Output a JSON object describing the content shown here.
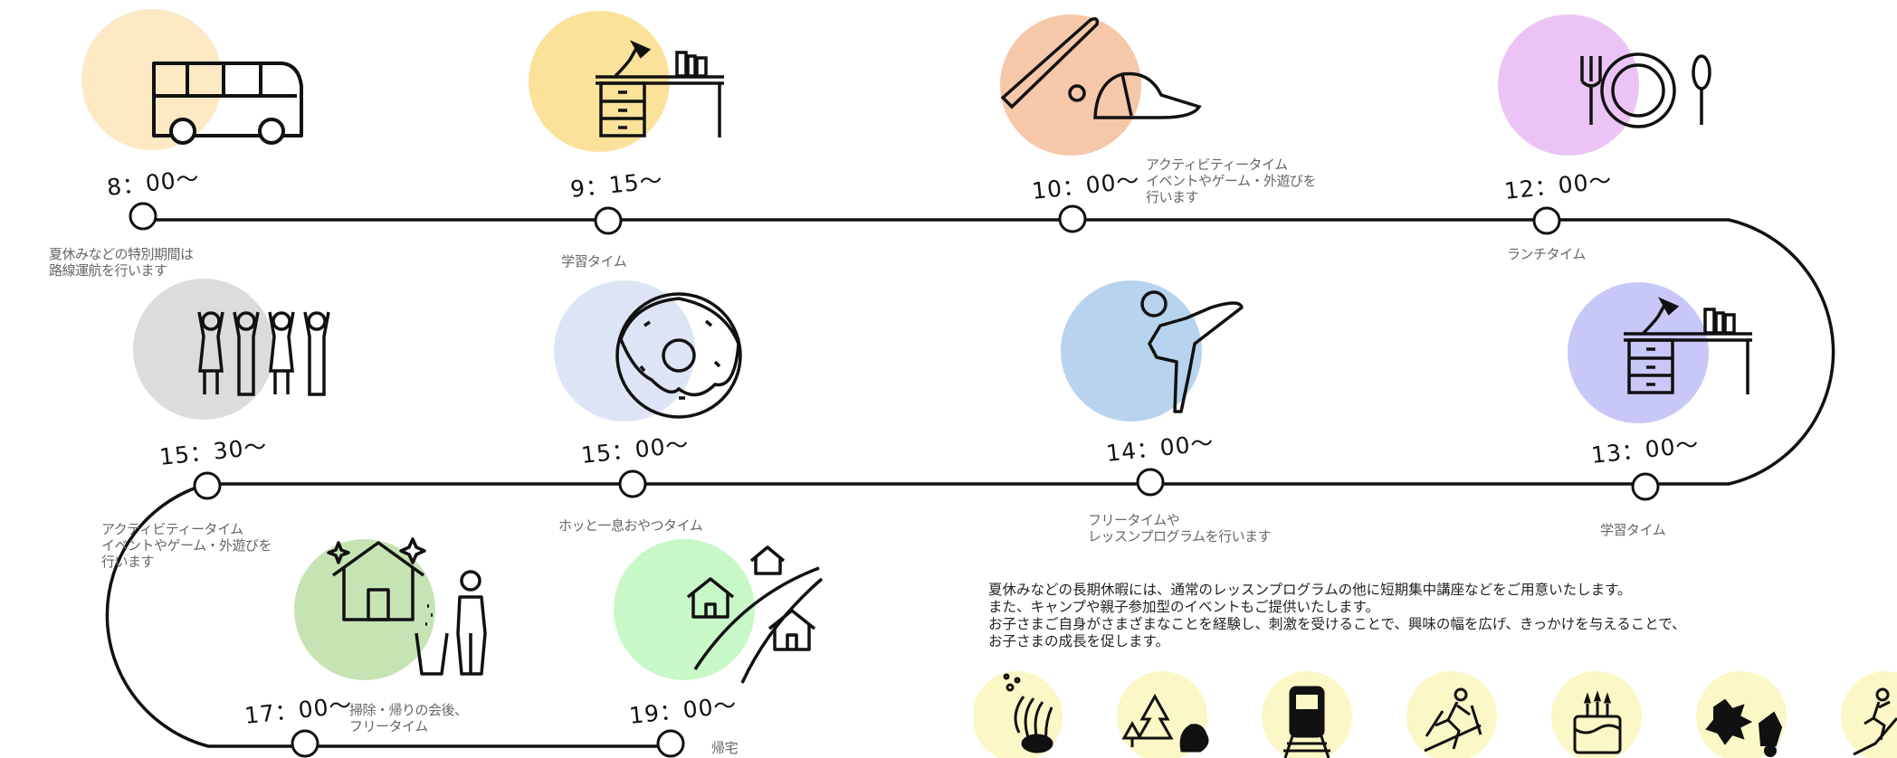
{
  "schedule": [
    {
      "time": "8：00〜",
      "note": [
        "夏休みなどの特別期間は",
        "路線運航を行います"
      ],
      "icon": "bus-icon",
      "color": "#fde9c4"
    },
    {
      "time": "9：15〜",
      "note": [
        "学習タイム"
      ],
      "icon": "desk-icon",
      "color": "#fbe29a"
    },
    {
      "time": "10：00〜",
      "note": [
        "アクティビティータイム",
        "イベントやゲーム・外遊びを",
        "行います"
      ],
      "icon": "baseball-icon",
      "color": "#f6c7a8"
    },
    {
      "time": "12：00〜",
      "note": [
        "ランチタイム"
      ],
      "icon": "meal-icon",
      "color": "#ebc4f5"
    },
    {
      "time": "13：00〜",
      "note": [
        "学習タイム"
      ],
      "icon": "desk-icon",
      "color": "#c7c8f8"
    },
    {
      "time": "14：00〜",
      "note": [
        "フリータイムや",
        "レッスンプログラムを行います"
      ],
      "icon": "kick-icon",
      "color": "#b7d3ee"
    },
    {
      "time": "15：00〜",
      "note": [
        "ホッと一息おやつタイム"
      ],
      "icon": "donut-icon",
      "color": "#dde4f5"
    },
    {
      "time": "15：30〜",
      "note": [
        "アクティビティータイム",
        "イベントやゲーム・外遊びを",
        "行います"
      ],
      "icon": "people-cheering-icon",
      "color": "#dcdcdc"
    },
    {
      "time": "17：00〜",
      "note": [
        "掃除・帰りの会後、",
        "フリータイム"
      ],
      "icon": "cleaning-icon",
      "color": "#c6e3b4"
    },
    {
      "time": "19：00〜",
      "note": [
        "帰宅"
      ],
      "icon": "homes-icon",
      "color": "#c8f7c8"
    }
  ],
  "description": [
    "夏休みなどの長期休暇には、通常のレッスンプログラムの他に短期集中講座などをご用意いたします。",
    "また、キャンプや親子参加型のイベントもご提供いたします。",
    "お子さまご自身がさまざまなことを経験し、刺激を受けることで、興味の幅を広げ、きっかけを与えることで、",
    "お子さまの成長を促します。"
  ],
  "activities": [
    {
      "icon": "snorkel-fish-icon",
      "color": "#fbf7c6"
    },
    {
      "icon": "forest-camp-icon",
      "color": "#fbf7c6"
    },
    {
      "icon": "train-icon",
      "color": "#fbf7c6"
    },
    {
      "icon": "skiing-icon",
      "color": "#fbf7c6"
    },
    {
      "icon": "birthday-cake-icon",
      "color": "#fbf7c6"
    },
    {
      "icon": "christmas-santa-icon",
      "color": "#fbf7c6"
    },
    {
      "icon": "climbing-icon",
      "color": "#fbf7c6"
    }
  ]
}
